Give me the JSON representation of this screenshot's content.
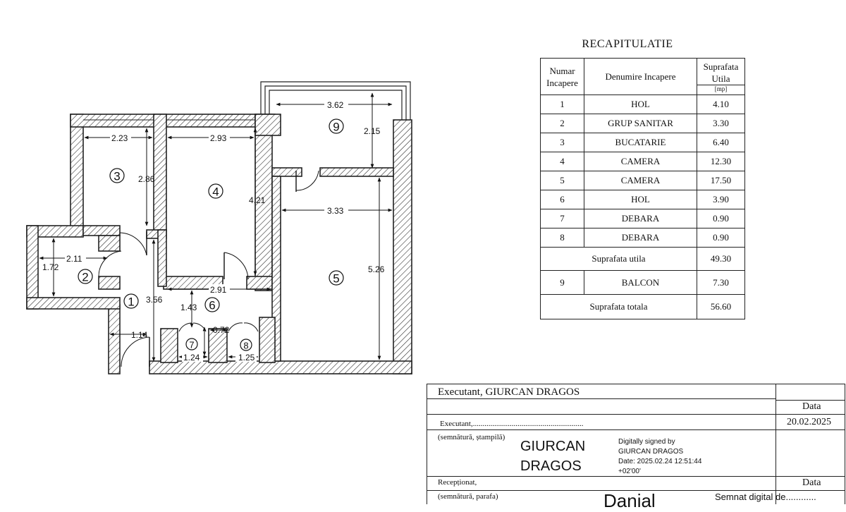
{
  "plan": {
    "rooms": [
      {
        "num": "1"
      },
      {
        "num": "2"
      },
      {
        "num": "3"
      },
      {
        "num": "4"
      },
      {
        "num": "5"
      },
      {
        "num": "6"
      },
      {
        "num": "7"
      },
      {
        "num": "8"
      },
      {
        "num": "9"
      }
    ],
    "dimensions": [
      "3.62",
      "2.15",
      "2.23",
      "2.93",
      "2.86",
      "4.21",
      "3.33",
      "5.26",
      "2.11",
      "1.72",
      "3.56",
      "2.91",
      "1.43",
      "1.14",
      "0.72",
      "1.24",
      "1.25"
    ]
  },
  "recap": {
    "title": "RECAPITULATIE",
    "headers": {
      "num": "Numar Incapere",
      "name": "Denumire Incapere",
      "area": "Suprafata Utila",
      "unit": "[mp]"
    },
    "rows": [
      {
        "num": "1",
        "name": "HOL",
        "area": "4.10"
      },
      {
        "num": "2",
        "name": "GRUP SANITAR",
        "area": "3.30"
      },
      {
        "num": "3",
        "name": "BUCATARIE",
        "area": "6.40"
      },
      {
        "num": "4",
        "name": "CAMERA",
        "area": "12.30"
      },
      {
        "num": "5",
        "name": "CAMERA",
        "area": "17.50"
      },
      {
        "num": "6",
        "name": "HOL",
        "area": "3.90"
      },
      {
        "num": "7",
        "name": "DEBARA",
        "area": "0.90"
      },
      {
        "num": "8",
        "name": "DEBARA",
        "area": "0.90"
      }
    ],
    "util_label": "Suprafata utila",
    "util_value": "49.30",
    "balcony": {
      "num": "9",
      "name": "BALCON",
      "area": "7.30"
    },
    "total_label": "Suprafata totala",
    "total_value": "56.60"
  },
  "signature": {
    "executant_title": "Executant, GIURCAN DRAGOS",
    "data_label": "Data",
    "executant_line": "Executant,.........................................................",
    "date_value": "20.02.2025",
    "semnatura_label": "(semnătură, ștampilă)",
    "signer_name_1": "GIURCAN",
    "signer_name_2": "DRAGOS",
    "digital_1": "Digitally signed by",
    "digital_2": "GIURCAN DRAGOS",
    "digital_3": "Date: 2025.02.24 12:51:44",
    "digital_4": "+02'00'",
    "receptionat_label": "Recepționat,",
    "data_label_2": "Data",
    "parafa_label": "(semnătură, parafa)",
    "partial_name": "Danial",
    "semnat_digital": "Semnat digital de............"
  }
}
